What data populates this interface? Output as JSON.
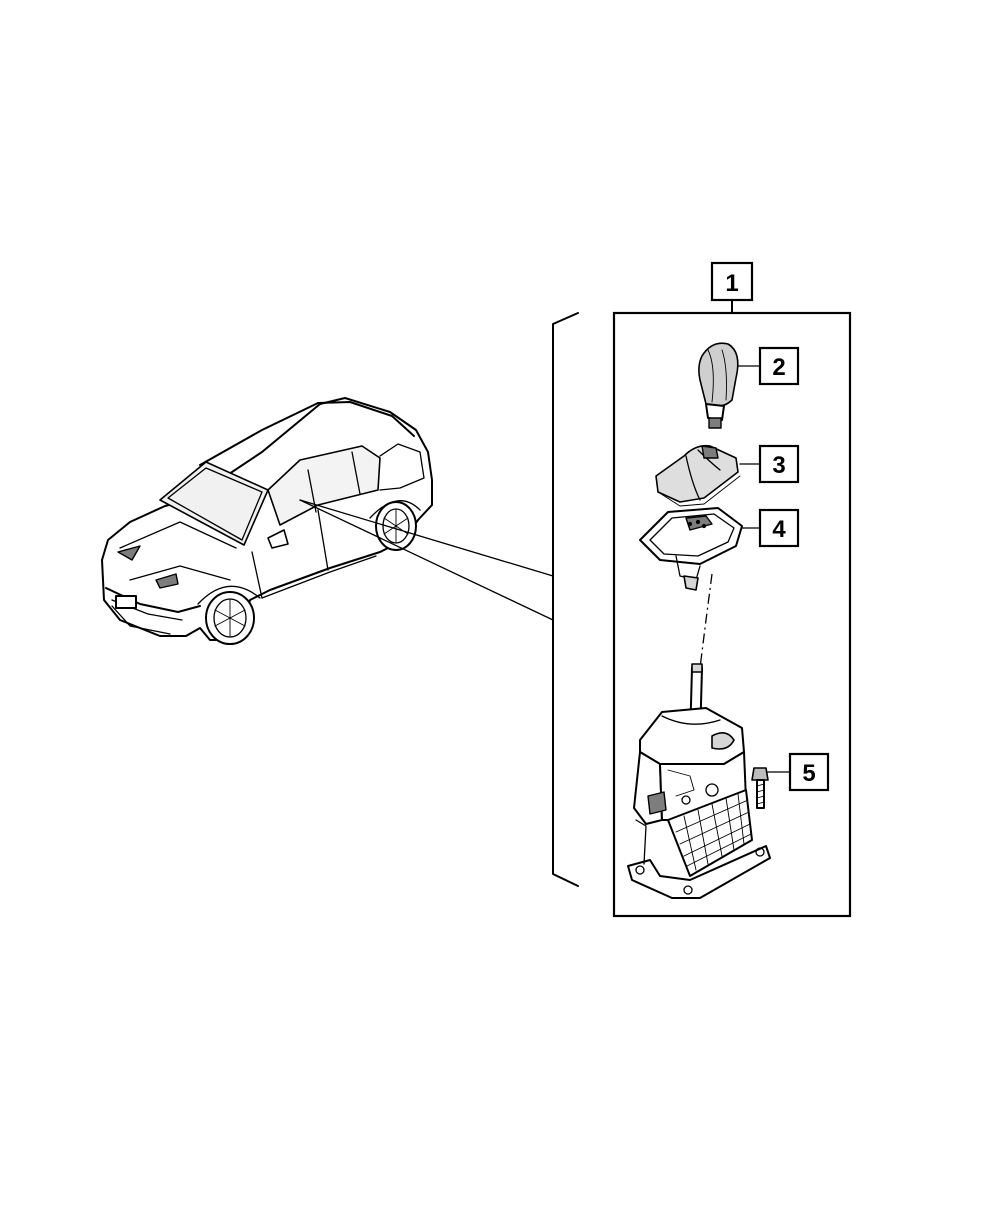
{
  "callouts": [
    {
      "number": "1",
      "part": "shifter-assembly"
    },
    {
      "number": "2",
      "part": "shift-knob"
    },
    {
      "number": "3",
      "part": "shift-boot-bezel"
    },
    {
      "number": "4",
      "part": "shifter-bezel-frame"
    },
    {
      "number": "5",
      "part": "mounting-bolt"
    }
  ]
}
